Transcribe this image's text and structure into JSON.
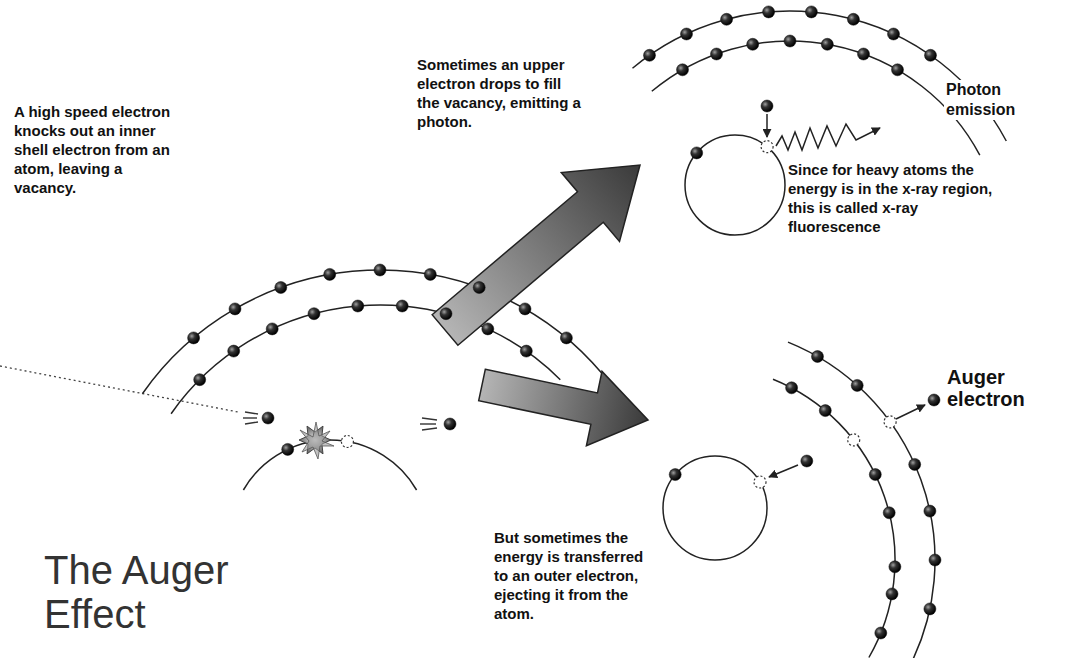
{
  "diagram": {
    "title": "The Auger Effect",
    "labels": [
      "A high speed electron knocks out an inner shell electron from an atom, leaving a vacancy.",
      "Sometimes an upper electron drops to fill the vacancy, emitting a photon.",
      "Photon emission",
      "Since for heavy atoms the energy is in the x-ray region, this is called x-ray fluorescence",
      "Auger electron",
      "But sometimes the energy is transferred to an outer electron, ejecting it from the atom."
    ]
  }
}
